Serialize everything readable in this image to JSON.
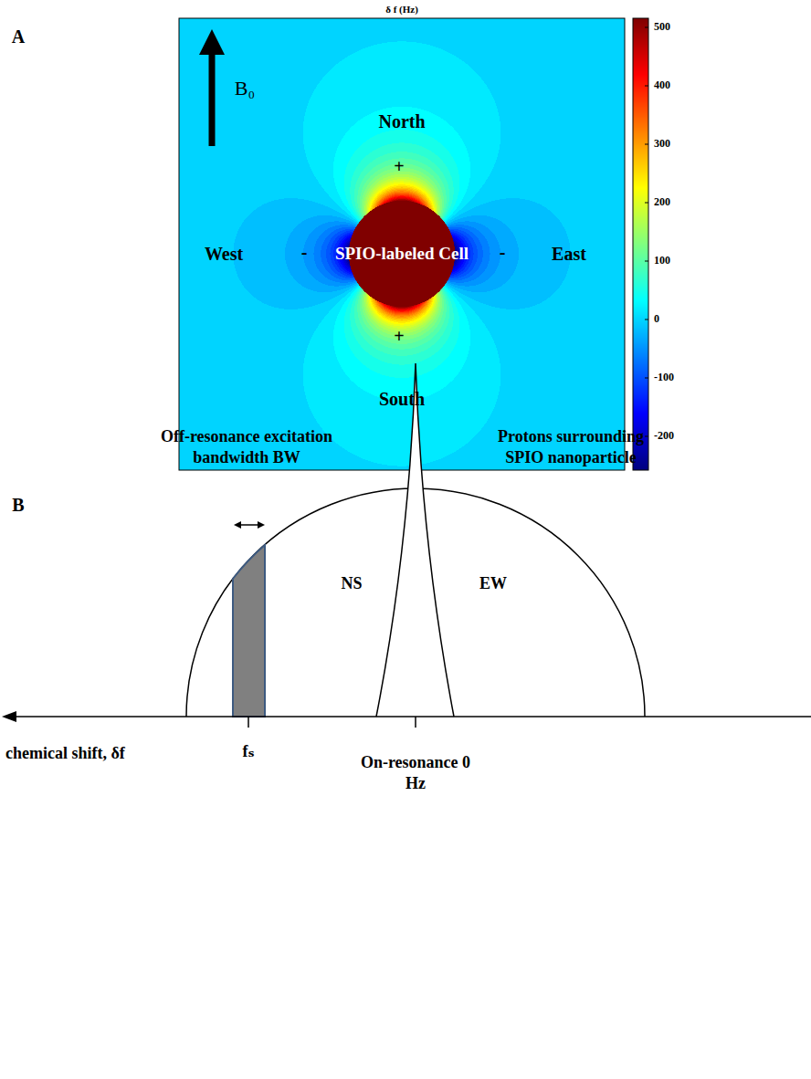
{
  "diagram": {
    "nodes": [
      {
        "text": [
          "SPIO-labeled Cell"
        ]
      }
    ],
    "labels": [
      "A",
      "δ f (Hz)",
      "B₀",
      "North",
      "+",
      "West",
      "-",
      "-",
      "East",
      "+",
      "South",
      "500",
      "400",
      "300",
      "200",
      "100",
      "0",
      "-100",
      "-200",
      "B",
      "Off-resonance excitation bandwidth BW",
      "Protons surrounding SPIO nanoparticle",
      "NS",
      "EW",
      "chemical shift, δf",
      "fₛ",
      "On-resonance 0 Hz"
    ]
  }
}
